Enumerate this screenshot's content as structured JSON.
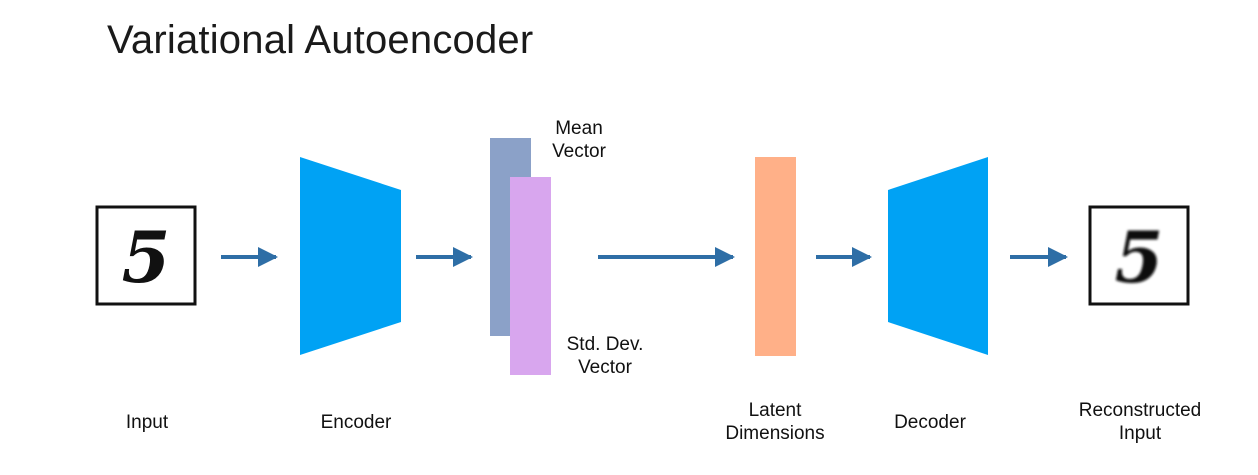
{
  "title": "Variational Autoencoder",
  "labels": {
    "input": "Input",
    "encoder": "Encoder",
    "mean_vector": "Mean\nVector",
    "std_dev_vector": "Std. Dev.\nVector",
    "latent_dimensions": "Latent\nDimensions",
    "decoder": "Decoder",
    "reconstructed_input": "Reconstructed\nInput"
  },
  "digits": {
    "input": "5",
    "output": "5"
  },
  "colors": {
    "encoder_decoder": "#00a2f4",
    "mean_vector": "#8ba1c8",
    "std_dev_vector": "#d8a6ee",
    "latent": "#ffb088",
    "arrow": "#2e6ea6"
  }
}
